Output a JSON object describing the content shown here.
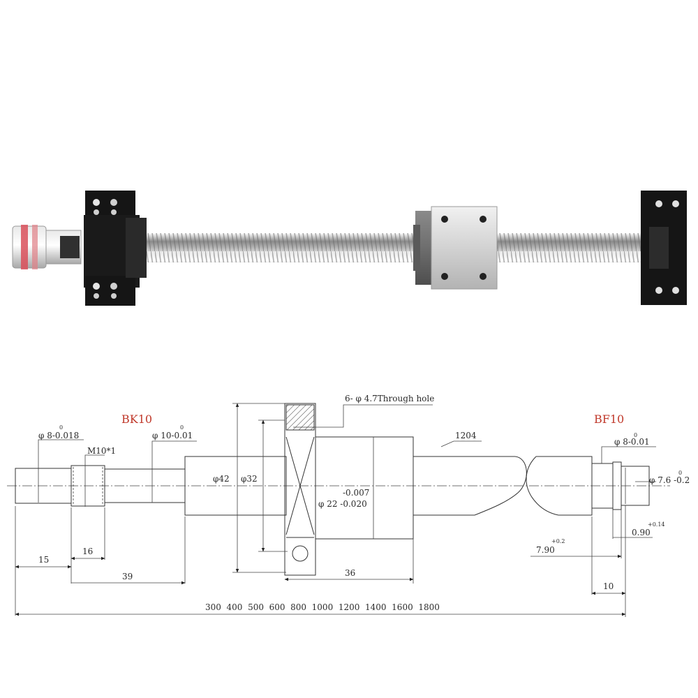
{
  "colors": {
    "accent_label": "#c0392b",
    "block_black": "#151515",
    "nut_silver": "#d8d8d8",
    "coupler_red": "#d9505a"
  },
  "photo": {
    "icons": [
      "bk10-support-block",
      "bf10-support-block",
      "ball-nut-housing",
      "jaw-coupler",
      "ball-screw-shaft"
    ]
  },
  "drawing": {
    "left_support_label": "BK10",
    "right_support_label": "BF10",
    "through_hole": "6- φ 4.7Through hole",
    "shaft_left_dia": "φ 8-0.018",
    "shaft_left_dia_tol": "0",
    "thread": "M10*1",
    "shaft_step_dia": "φ 10-0.01",
    "shaft_step_dia_tol": "0",
    "flange_dia": "φ42",
    "pcd_dia": "φ32",
    "nut_dia_upper": "-0.007",
    "nut_dia": "φ 22 -0.020",
    "screw_model": "1204",
    "right_end_dia": "φ 8-0.01",
    "right_end_dia_tol": "0",
    "groove_dia": "φ 7.6 -0.2",
    "groove_dia_tol": "0",
    "groove_width": "0.90",
    "groove_width_tol": "+0.14",
    "groove_pos": "7.90",
    "groove_pos_tol": "+0.2",
    "dim_15": "15",
    "dim_16": "16",
    "dim_39": "39",
    "dim_36": "36",
    "dim_10": "10",
    "lengths": "300  400  500  600  800  1000  1200  1400  1600  1800"
  }
}
